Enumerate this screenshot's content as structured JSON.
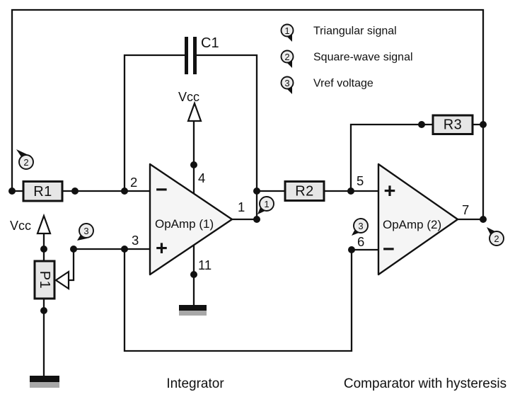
{
  "colors": {
    "line": "#111111",
    "comp_fill": "#e6e6e6",
    "opamp_fill": "#f5f5f5",
    "bubble_fill": "#ececec",
    "shadow": "#a8a8a8",
    "background": "#ffffff"
  },
  "legend": {
    "items": [
      {
        "num": "1",
        "label": "Triangular signal"
      },
      {
        "num": "2",
        "label": "Square-wave signal"
      },
      {
        "num": "3",
        "label": "Vref voltage"
      }
    ]
  },
  "components": {
    "c1": "C1",
    "r1": "R1",
    "r2": "R2",
    "r3": "R3",
    "p1": "P1",
    "opamp1": "OpAmp (1)",
    "opamp2": "OpAmp (2)",
    "vcc_top": "Vcc",
    "vcc_left": "Vcc"
  },
  "pins": {
    "out1": "1",
    "inv1": "2",
    "nin1": "3",
    "vplus": "4",
    "vminus": "11",
    "nin2": "5",
    "inv2": "6",
    "out2": "7"
  },
  "symbols": {
    "plus": "+",
    "minus": "−"
  },
  "callouts": {
    "square_feedback": "2",
    "vref_in": "3",
    "triangular_out": "1",
    "vref_cmp": "3",
    "square_out": "2"
  },
  "sections": {
    "integrator": "Integrator",
    "comparator": "Comparator with hysteresis"
  }
}
